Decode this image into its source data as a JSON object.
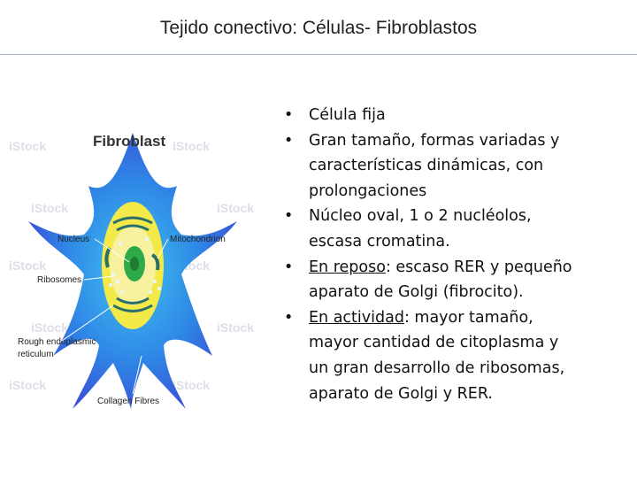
{
  "slide": {
    "title": "Tejido conectivo: Células- Fibroblastos"
  },
  "figure": {
    "heading": "Fibroblast",
    "labels": {
      "nucleus": "Nucleus",
      "mitochondrion": "Mitochondrion",
      "ribosomes": "Ribosomes",
      "rer_line1": "Rough endoplasmic",
      "rer_line2": "reticulum",
      "collagen": "Collagen Fibres"
    },
    "watermark": "iStock",
    "colors": {
      "cell_outer": "#3a4fd6",
      "cell_inner": "#3ec3ef",
      "cytoplasm": "#f3ea4a",
      "nucleus": "#2faa48",
      "organelle": "#2a6f6a"
    }
  },
  "bullets": [
    {
      "lines": [
        "Célula fija"
      ]
    },
    {
      "lines": [
        "Gran tamaño, formas variadas y",
        "características dinámicas, con",
        "prolongaciones"
      ]
    },
    {
      "lines": [
        "Núcleo oval, 1 o 2 nucléolos,",
        "escasa cromatina."
      ]
    },
    {
      "underlined": "En reposo",
      "first_rest": ": escaso RER y pequeño",
      "lines": [
        "aparato de Golgi (fibrocito)."
      ]
    },
    {
      "underlined": "En actividad",
      "first_rest": ": mayor tamaño,",
      "lines": [
        "mayor cantidad de citoplasma y",
        "un gran desarrollo de ribosomas,",
        "aparato de Golgi y RER."
      ]
    }
  ],
  "bullet_char": "•"
}
